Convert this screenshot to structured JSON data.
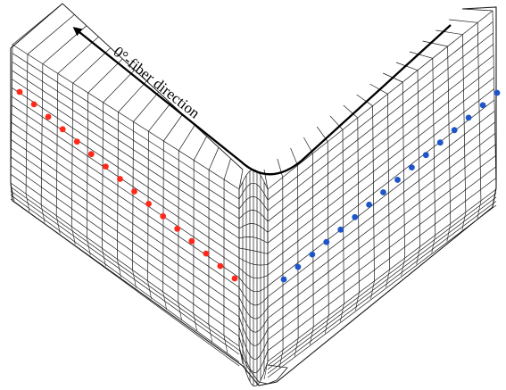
{
  "annotation": {
    "fiber_direction_label": "0°-fiber direction"
  },
  "colors": {
    "mesh": "#1a1a1a",
    "left_markers": "#ff2a1a",
    "right_markers": "#1e56c8",
    "arrow": "#000000"
  },
  "markers": {
    "left_count": 16,
    "right_count": 16
  }
}
